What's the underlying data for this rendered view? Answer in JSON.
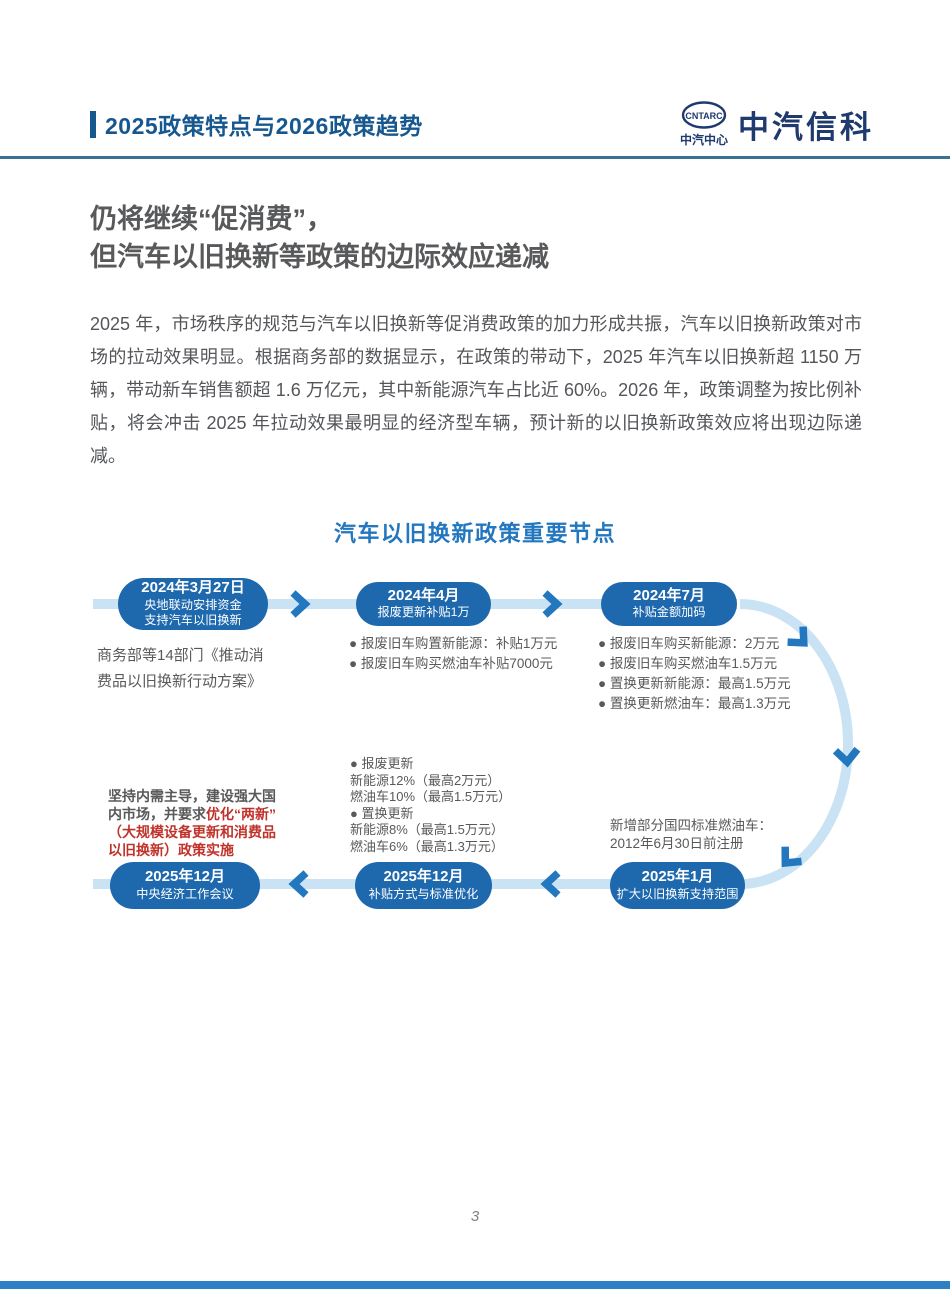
{
  "header": {
    "title": "2025政策特点与2026政策趋势",
    "logo": {
      "oval_text": "CNTARC",
      "center_label": "中汽中心",
      "brand": "中汽信科"
    }
  },
  "article": {
    "heading_line1": "仍将继续“促消费”，",
    "heading_line2": "但汽车以旧换新等政策的边际效应递减",
    "paragraph": "2025 年，市场秩序的规范与汽车以旧换新等促消费政策的加力形成共振，汽车以旧换新政策对市场的拉动效果明显。根据商务部的数据显示，在政策的带动下，2025 年汽车以旧换新超 1150 万辆，带动新车销售额超 1.6 万亿元，其中新能源汽车占比近 60%。2026 年，政策调整为按比例补贴，将会冲击 2025 年拉动效果最明显的经济型车辆，预计新的以旧换新政策效应将出现边际递减。"
  },
  "diagram": {
    "title": "汽车以旧换新政策重要节点",
    "nodes": [
      {
        "date": "2024年3月27日",
        "line1": "央地联动安排资金",
        "line2": "支持汽车以旧换新"
      },
      {
        "date": "2024年4月",
        "line1": "报废更新补贴1万"
      },
      {
        "date": "2024年7月",
        "line1": "补贴金额加码"
      },
      {
        "date": "2025年1月",
        "line1": "扩大以旧换新支持范围"
      },
      {
        "date": "2025年12月",
        "line1": "补贴方式与标准优化"
      },
      {
        "date": "2025年12月",
        "line1": "中央经济工作会议"
      }
    ],
    "notes": {
      "moc_plan": [
        "商务部等14部门《推动消",
        "费品以旧换新行动方案》"
      ],
      "april_bullets": [
        "● 报废旧车购置新能源：补贴1万元",
        "● 报废旧车购买燃油车补贴7000元"
      ],
      "july_bullets": [
        "● 报废旧车购买新能源：2万元",
        "● 报废旧车购买燃油车1.5万元",
        "● 置换更新新能源：最高1.5万元",
        "● 置换更新燃油车：最高1.3万元"
      ],
      "december_subsidy": [
        "● 报废更新",
        "新能源12%（最高2万元）",
        "燃油车10%（最高1.5万元）",
        "● 置换更新",
        "新能源8%（最高1.5万元）",
        "燃油车6%（最高1.3万元）"
      ],
      "national4": [
        "新增部分国四标准燃油车：",
        "2012年6月30日前注册"
      ],
      "meeting": {
        "line1": "坚持内需主导，建设强大国",
        "line2_gray": "内市场，并要求",
        "line2_red": "优化“两新”",
        "line3": "（大规模设备更新和消费品",
        "line4": "以旧换新）政策实施"
      }
    }
  },
  "footer": {
    "page_number": "3"
  },
  "colors": {
    "header_blue": "#17578F",
    "brand_navy": "#1F3A6E",
    "rule_teal": "#3A7292",
    "diagram_title_blue": "#2377BE",
    "node_blue": "#1E68AE",
    "connector_light_blue": "#C9E3F5",
    "arrow_blue": "#2277BE",
    "note_gray": "#595959",
    "highlight_red": "#C0332B",
    "footer_bar_blue": "#2E80C6"
  }
}
